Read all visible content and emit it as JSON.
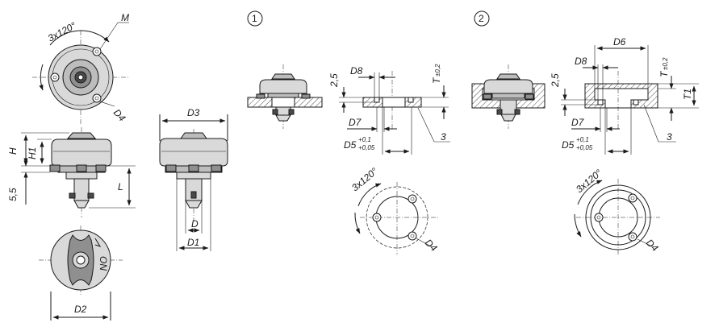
{
  "labels": {
    "M": "M",
    "angle": "3x120°",
    "D": "D",
    "D1": "D1",
    "D2": "D2",
    "D3": "D3",
    "D4": "D4",
    "D5": "D5",
    "D5_tol_upper": "+0,1",
    "D5_tol_lower": "+0,05",
    "D6": "D6",
    "D7": "D7",
    "D8": "D8",
    "H": "H",
    "H1": "H1",
    "L": "L",
    "T": "T",
    "T_tol": "±0,2",
    "T1": "T1",
    "dim_5_5": "5,5",
    "dim_2_5": "2,5",
    "callout_3": "3",
    "variant_1": "1",
    "variant_2": "2",
    "knob_on": "ON"
  }
}
